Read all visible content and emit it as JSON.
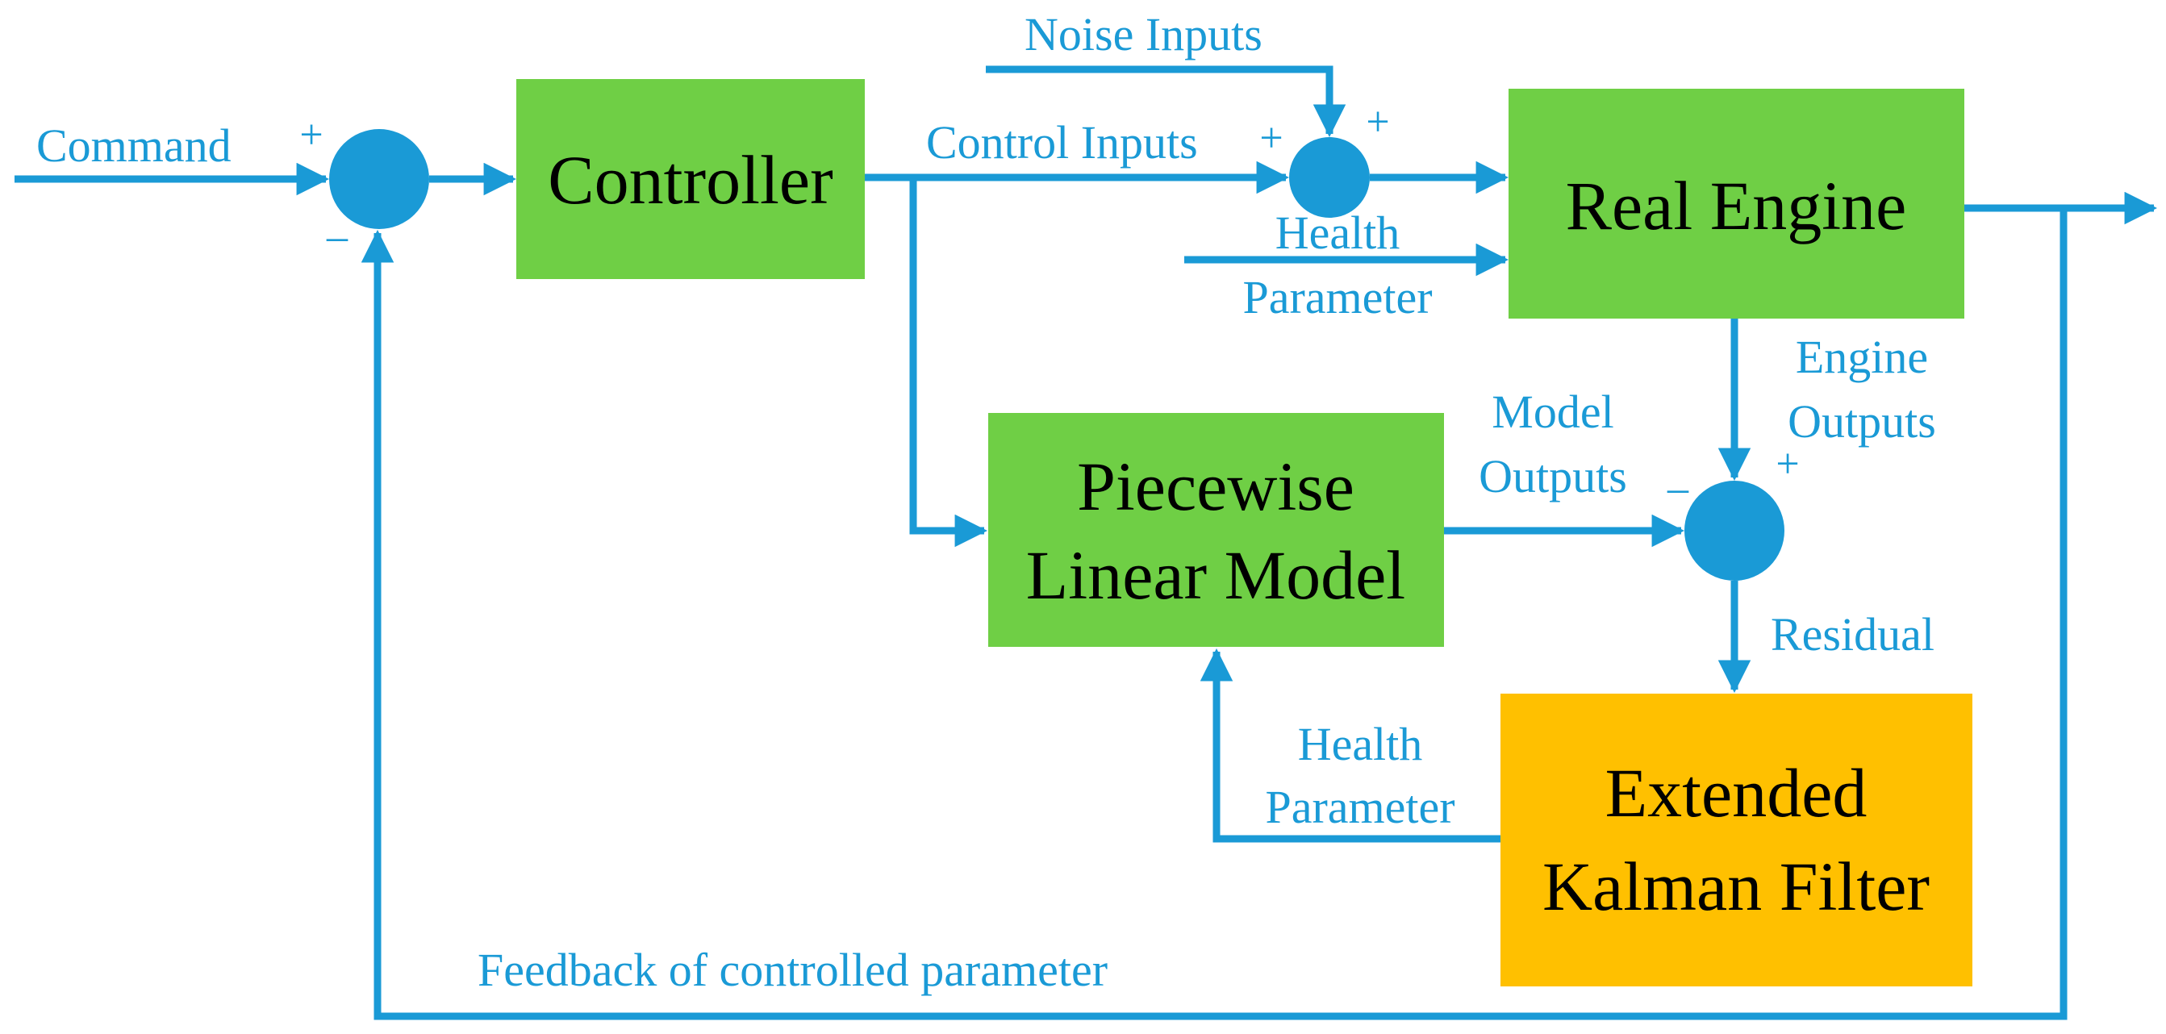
{
  "colors": {
    "wire": "#1a9ad6",
    "block_green": "#6fcf45",
    "block_orange": "#ffc000",
    "block_text": "#000000"
  },
  "blocks": {
    "controller": "Controller",
    "real_engine": "Real Engine",
    "linear_model": [
      "Piecewise",
      "Linear Model"
    ],
    "kalman_filter": [
      "Extended",
      "Kalman Filter"
    ]
  },
  "labels": {
    "command": "Command",
    "noise_inputs": "Noise Inputs",
    "control_inputs": "Control Inputs",
    "health_parameter_top": [
      "Health",
      "Parameter"
    ],
    "engine_outputs": [
      "Engine",
      "Outputs"
    ],
    "model_outputs": [
      "Model",
      "Outputs"
    ],
    "residual": "Residual",
    "health_parameter_bottom": [
      "Health",
      "Parameter"
    ],
    "feedback": "Feedback of controlled parameter"
  },
  "signs": {
    "plus": "+",
    "minus": "–"
  }
}
